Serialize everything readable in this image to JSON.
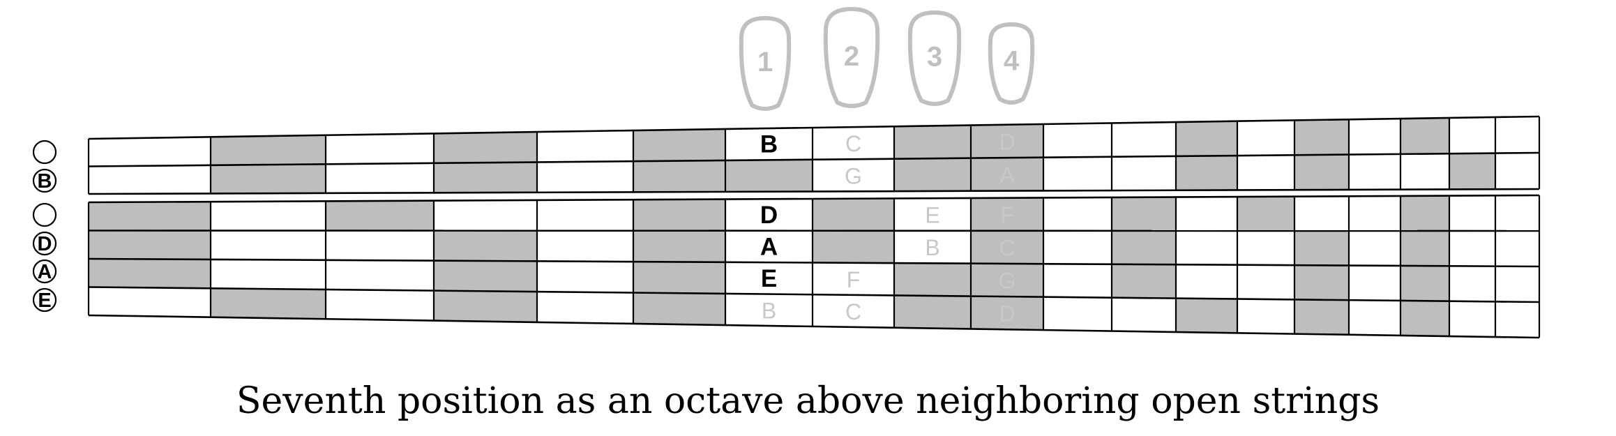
{
  "caption": "Seventh position as an octave above neighboring open strings",
  "colors": {
    "shade": "#bebebe",
    "line": "#000000",
    "ghost": "#c8c8c8",
    "bold": "#000000"
  },
  "fingers": [
    {
      "label": "1"
    },
    {
      "label": "2"
    },
    {
      "label": "3"
    },
    {
      "label": "4"
    }
  ],
  "upper_neck": {
    "open_strings": [
      "",
      "B"
    ],
    "shaded": [
      [
        1,
        3,
        5,
        8,
        9,
        12,
        14,
        16
      ],
      [
        1,
        3,
        5,
        6,
        8,
        9,
        12,
        14,
        17
      ]
    ],
    "notes": [
      {
        "string": 0,
        "fret": 6,
        "text": "B",
        "style": "bold"
      },
      {
        "string": 0,
        "fret": 7,
        "text": "C",
        "style": "ghost"
      },
      {
        "string": 0,
        "fret": 9,
        "text": "D",
        "style": "ghost"
      },
      {
        "string": 1,
        "fret": 7,
        "text": "G",
        "style": "ghost"
      },
      {
        "string": 1,
        "fret": 9,
        "text": "A",
        "style": "ghost"
      }
    ]
  },
  "lower_neck": {
    "open_strings": [
      "",
      "D",
      "A",
      "E"
    ],
    "shaded": [
      [
        0,
        2,
        5,
        7,
        9,
        11,
        13,
        16
      ],
      [
        0,
        3,
        5,
        7,
        9,
        11,
        14,
        16
      ],
      [
        0,
        3,
        5,
        8,
        9,
        11,
        14,
        16
      ],
      [
        1,
        3,
        5,
        8,
        9,
        12,
        14,
        16
      ]
    ],
    "notes": [
      {
        "string": 0,
        "fret": 6,
        "text": "D",
        "style": "bold"
      },
      {
        "string": 0,
        "fret": 8,
        "text": "E",
        "style": "ghost"
      },
      {
        "string": 0,
        "fret": 9,
        "text": "F",
        "style": "ghost"
      },
      {
        "string": 1,
        "fret": 6,
        "text": "A",
        "style": "bold"
      },
      {
        "string": 1,
        "fret": 8,
        "text": "B",
        "style": "ghost"
      },
      {
        "string": 1,
        "fret": 9,
        "text": "C",
        "style": "ghost"
      },
      {
        "string": 2,
        "fret": 6,
        "text": "E",
        "style": "bold"
      },
      {
        "string": 2,
        "fret": 7,
        "text": "F",
        "style": "ghost"
      },
      {
        "string": 2,
        "fret": 9,
        "text": "G",
        "style": "ghost"
      },
      {
        "string": 3,
        "fret": 6,
        "text": "B",
        "style": "ghost"
      },
      {
        "string": 3,
        "fret": 7,
        "text": "C",
        "style": "ghost"
      },
      {
        "string": 3,
        "fret": 9,
        "text": "D",
        "style": "ghost"
      }
    ]
  }
}
